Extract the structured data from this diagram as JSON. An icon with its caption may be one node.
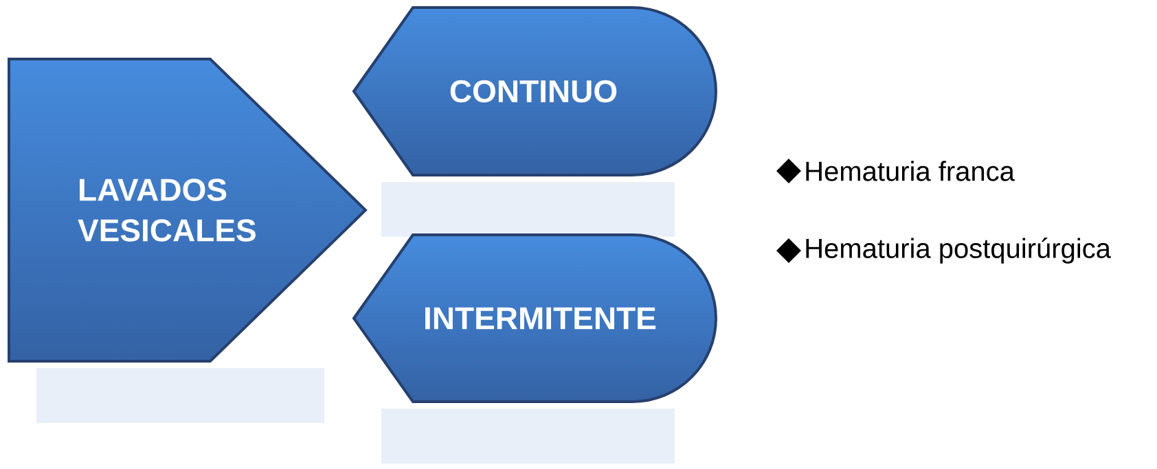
{
  "diagram": {
    "nodes": [
      {
        "text": [
          "LAVADOS VESICALES"
        ]
      },
      {
        "text": [
          "CONTINUO"
        ]
      },
      {
        "text": [
          "INTERMITENTE"
        ]
      }
    ],
    "labels": [
      "Hematuria franca",
      "Hematuria postquirúrgica"
    ]
  }
}
